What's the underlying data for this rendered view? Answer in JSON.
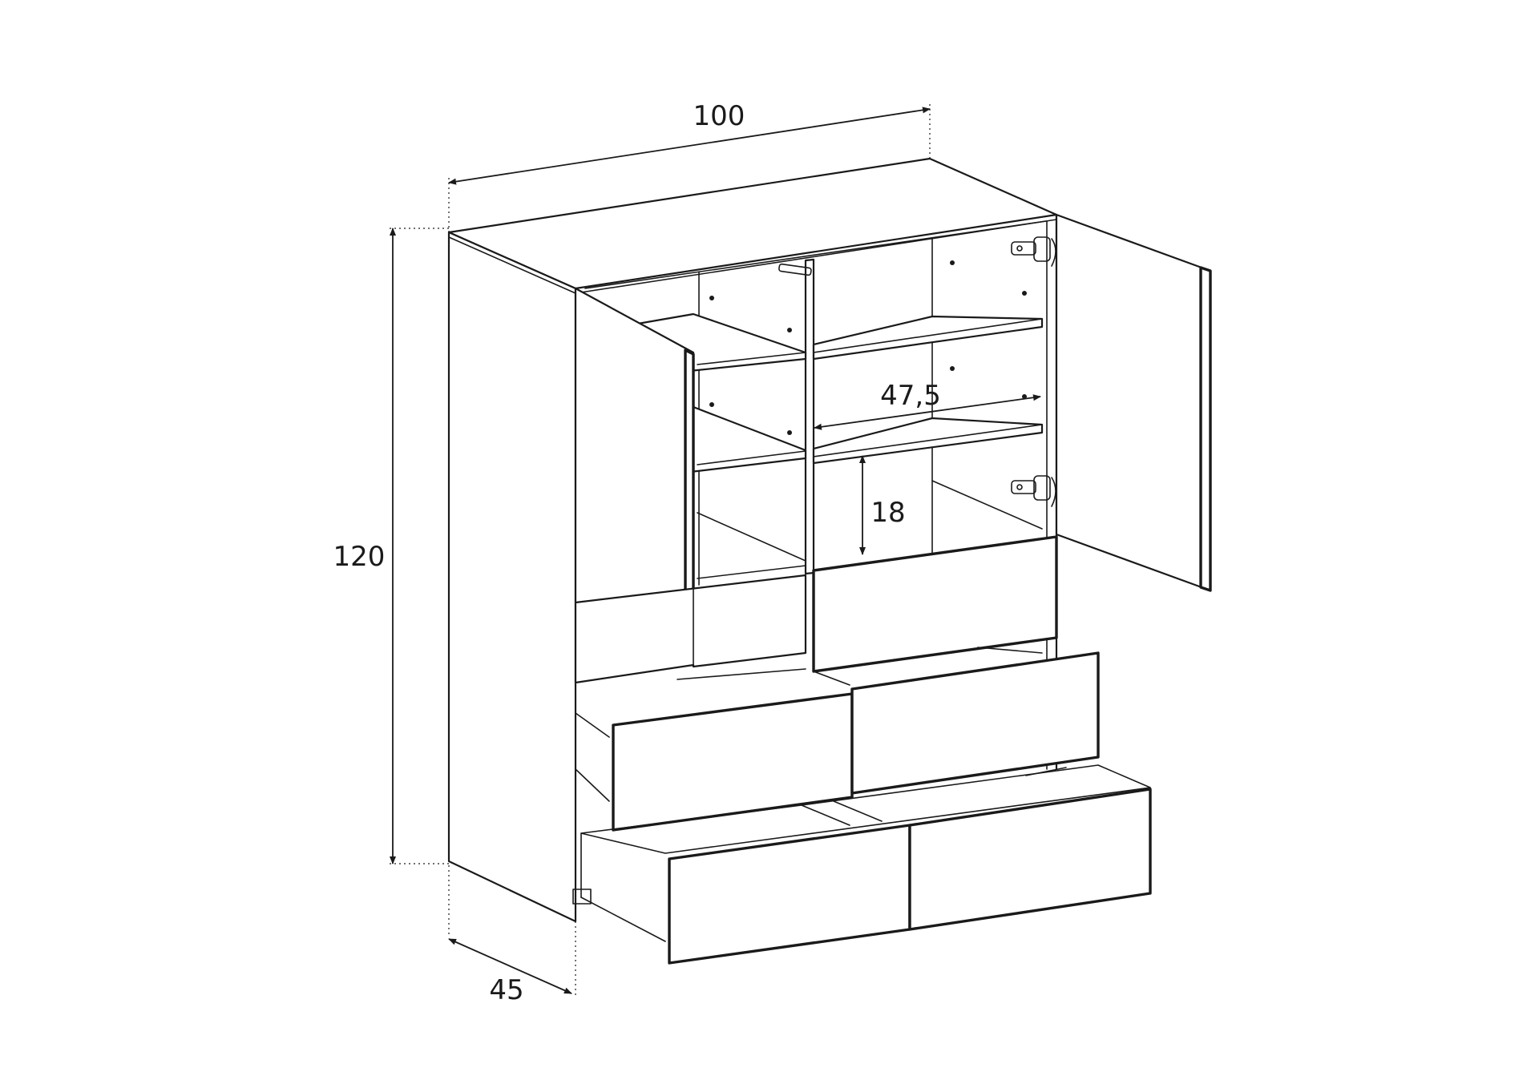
{
  "dimensions": {
    "width": "100",
    "height": "120",
    "depth": "45",
    "inner_width": "47,5",
    "shelf_spacing": "18"
  }
}
